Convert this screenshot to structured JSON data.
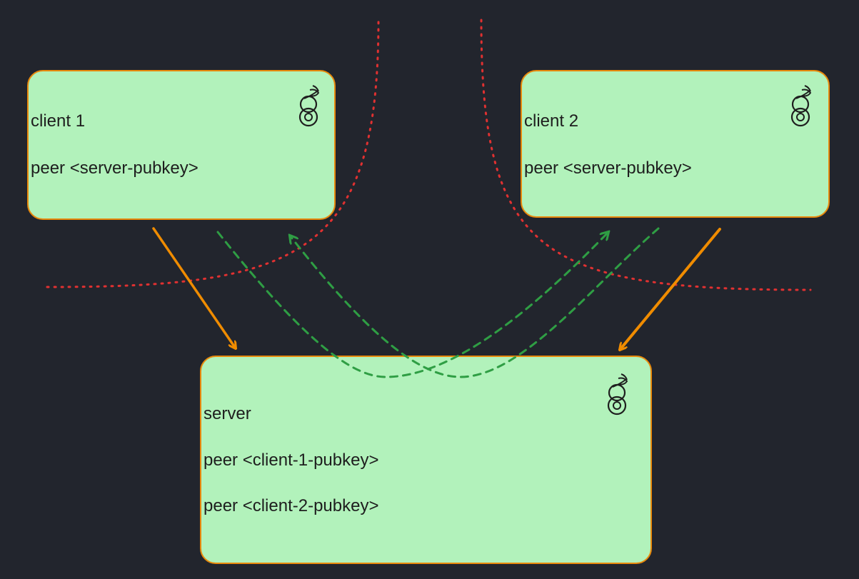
{
  "colors": {
    "background": "#22252d",
    "node_fill": "#b2f2bb",
    "node_stroke": "#e8890c",
    "firewall_line": "#e03131",
    "return_arrow": "#2f9e44",
    "request_arrow": "#f08c00"
  },
  "nodes": {
    "client1": {
      "title": "client 1",
      "peers": [
        "peer <server-pubkey>"
      ],
      "icon": "wireguard-dragon-icon"
    },
    "client2": {
      "title": "client 2",
      "peers": [
        "peer <server-pubkey>"
      ],
      "icon": "wireguard-dragon-icon"
    },
    "server": {
      "title": "server",
      "peers": [
        "peer <client-1-pubkey>",
        "peer <client-2-pubkey>"
      ],
      "icon": "wireguard-dragon-icon"
    }
  }
}
